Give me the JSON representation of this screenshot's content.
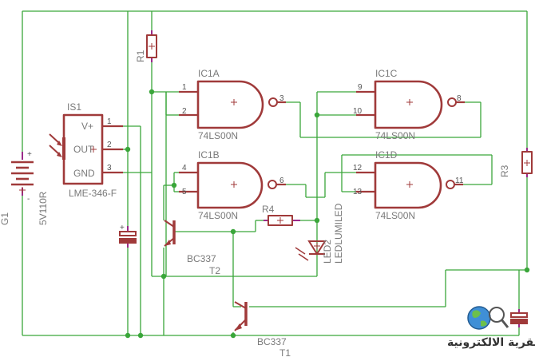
{
  "components": {
    "ic1a": {
      "name": "IC1A",
      "part": "74LS00N",
      "pins": [
        "1",
        "2",
        "3"
      ]
    },
    "ic1b": {
      "name": "IC1B",
      "part": "74LS00N",
      "pins": [
        "4",
        "5",
        "6"
      ]
    },
    "ic1c": {
      "name": "IC1C",
      "part": "74LS00N",
      "pins": [
        "9",
        "10",
        "8"
      ]
    },
    "ic1d": {
      "name": "IC1D",
      "part": "74LS00N",
      "pins": [
        "12",
        "13",
        "11"
      ]
    },
    "is1": {
      "name": "IS1",
      "part": "LME-346-F",
      "pin_labels": [
        "V+",
        "OUT",
        "GND"
      ],
      "pins": [
        "1",
        "2",
        "3"
      ]
    },
    "r1": {
      "name": "R1"
    },
    "r3": {
      "name": "R3"
    },
    "r4": {
      "name": "R4"
    },
    "t1": {
      "name": "T1",
      "part": "BC337"
    },
    "t2": {
      "name": "T2",
      "part": "BC337"
    },
    "led2": {
      "name": "LED2",
      "part": "LEDLUMILED"
    },
    "g1": {
      "name": "G1",
      "part": "5V110R"
    }
  },
  "logo": {
    "text": "القرية الالكترونية"
  }
}
